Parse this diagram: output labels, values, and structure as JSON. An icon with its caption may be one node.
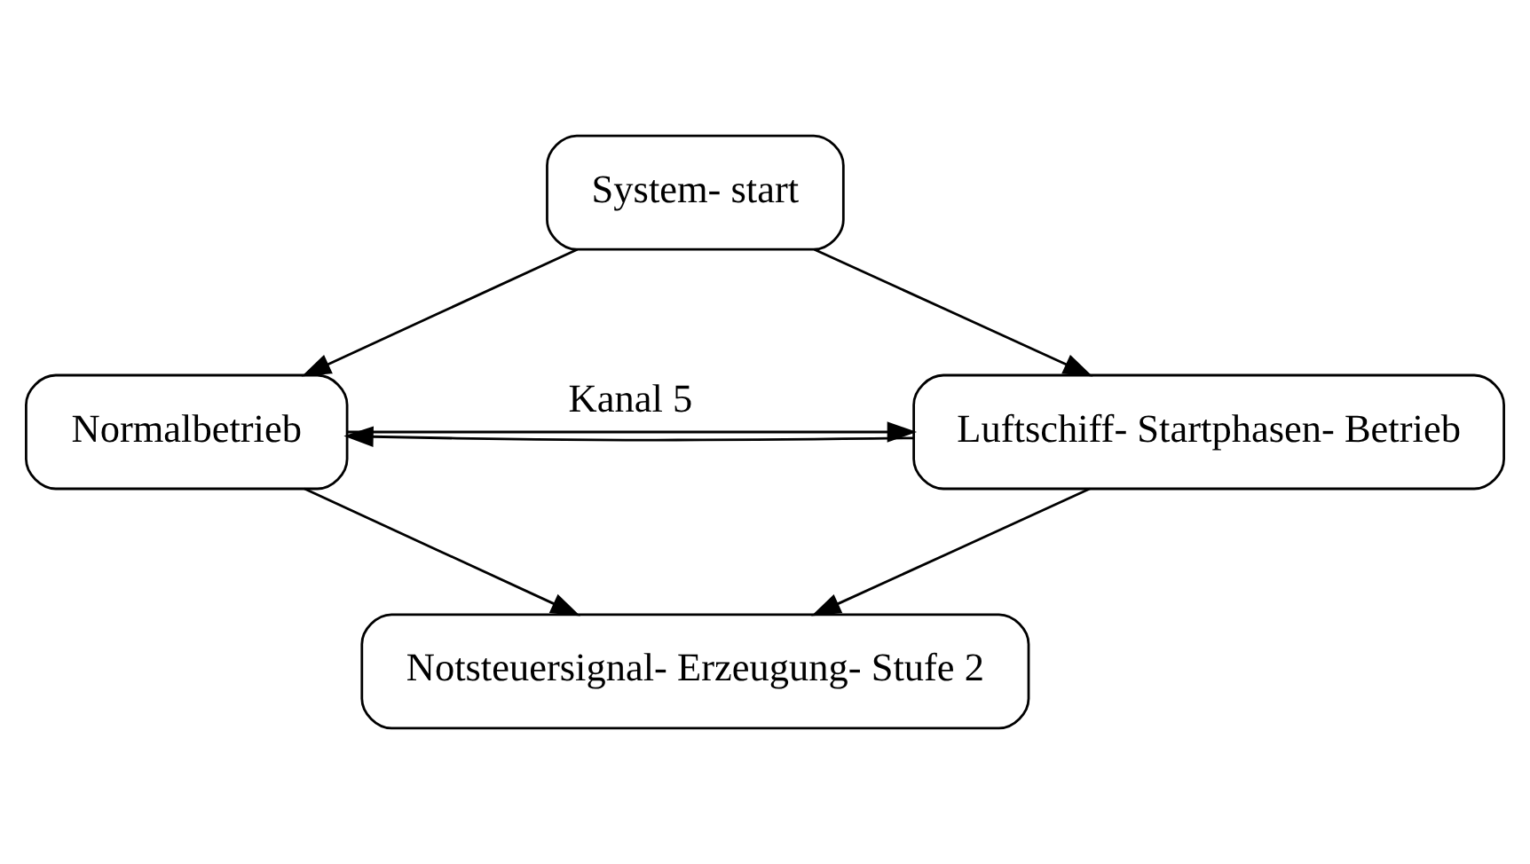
{
  "diagram": {
    "nodes": [
      {
        "text": [
          "System- start"
        ]
      },
      {
        "text": [
          "Normalbetrieb"
        ]
      },
      {
        "text": [
          "Luftschiff- Startphasen- Betrieb"
        ]
      },
      {
        "text": [
          "Notsteuersignal- Erzeugung- Stufe 2"
        ]
      }
    ],
    "edges": [
      {
        "from": 0,
        "to": 1,
        "arrow": "to"
      },
      {
        "from": 0,
        "to": 2,
        "arrow": "to"
      },
      {
        "from": 1,
        "to": 2,
        "arrow": "to",
        "label": "Kanal 5"
      },
      {
        "from": 2,
        "to": 1,
        "arrow": "to"
      },
      {
        "from": 1,
        "to": 3,
        "arrow": "to"
      },
      {
        "from": 2,
        "to": 3,
        "arrow": "to"
      }
    ]
  }
}
